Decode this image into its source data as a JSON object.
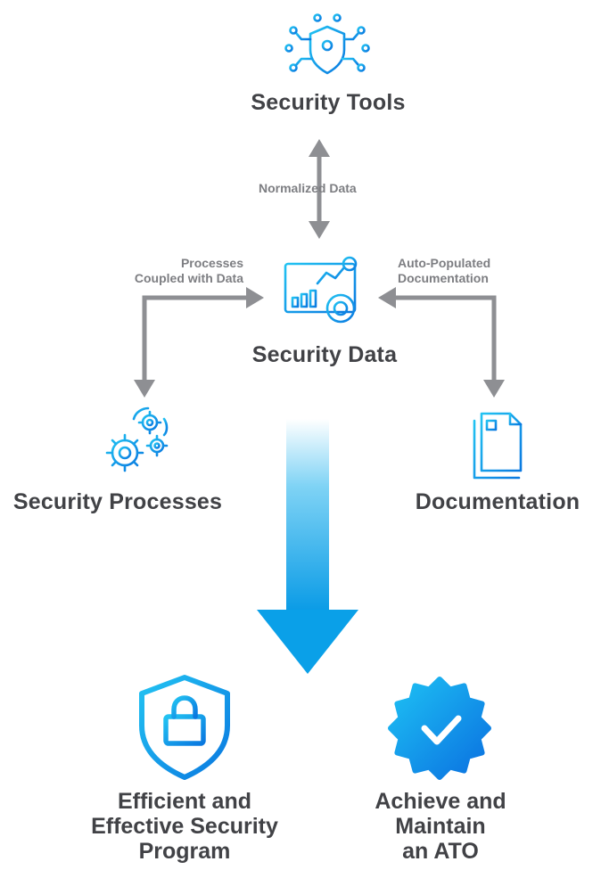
{
  "nodes": {
    "tools": {
      "title": "Security Tools",
      "icon": "shield-circuit-icon"
    },
    "data": {
      "title": "Security Data",
      "icon": "analytics-dashboard-icon"
    },
    "processes": {
      "title": "Security Processes",
      "icon": "gears-icon"
    },
    "documentation": {
      "title": "Documentation",
      "icon": "documents-icon"
    }
  },
  "edges": {
    "tools_data": "Normalized Data",
    "data_processes": [
      "Processes",
      "Coupled with Data"
    ],
    "data_documentation": [
      "Auto-Populated",
      "Documentation"
    ]
  },
  "outcomes": {
    "program": {
      "lines": [
        "Efficient and",
        "Effective Security",
        "Program"
      ],
      "icon": "shield-lock-icon"
    },
    "ato": {
      "lines": [
        "Achieve and",
        "Maintain",
        "an ATO"
      ],
      "icon": "verified-badge-icon"
    }
  },
  "colors": {
    "accent": "#1aa9e8",
    "accent_dark": "#0a7fe0",
    "arrow_gray": "#8e8f93",
    "text_dark": "#414246",
    "text_gray": "#7d7e82"
  }
}
